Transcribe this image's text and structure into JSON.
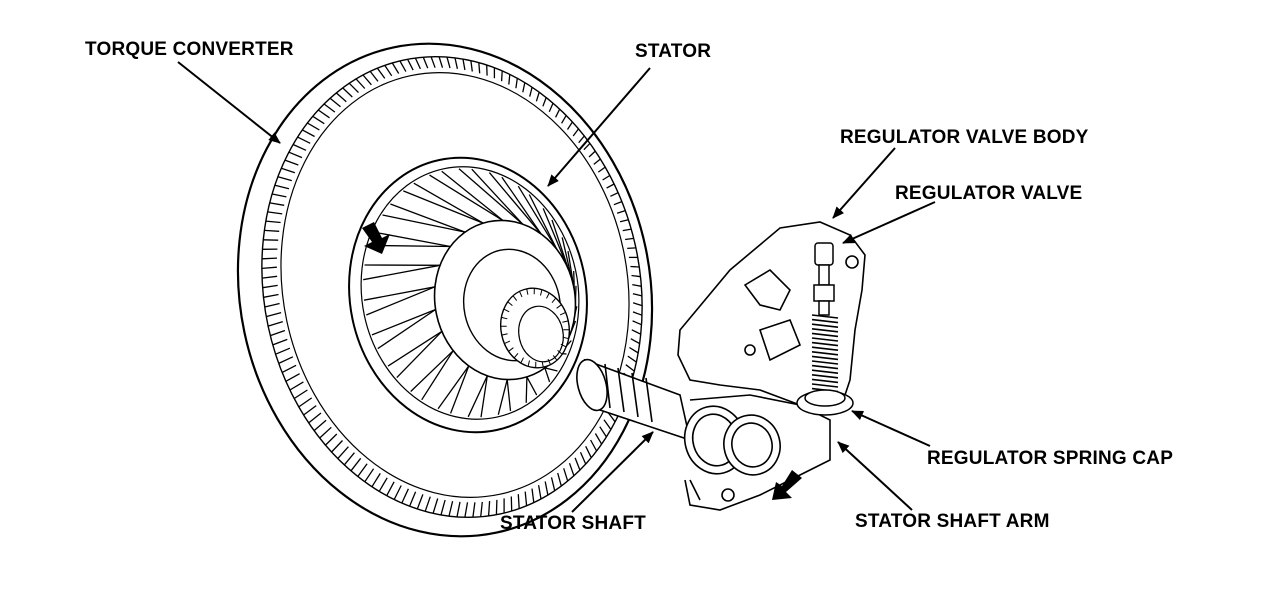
{
  "labels": {
    "torque_converter": "TORQUE CONVERTER",
    "stator": "STATOR",
    "regulator_valve_body": "REGULATOR VALVE BODY",
    "regulator_valve": "REGULATOR VALVE",
    "regulator_spring_cap": "REGULATOR SPRING CAP",
    "stator_shaft": "STATOR SHAFT",
    "stator_shaft_arm": "STATOR SHAFT ARM"
  },
  "colors": {
    "ink": "#000000",
    "paper": "#ffffff"
  }
}
